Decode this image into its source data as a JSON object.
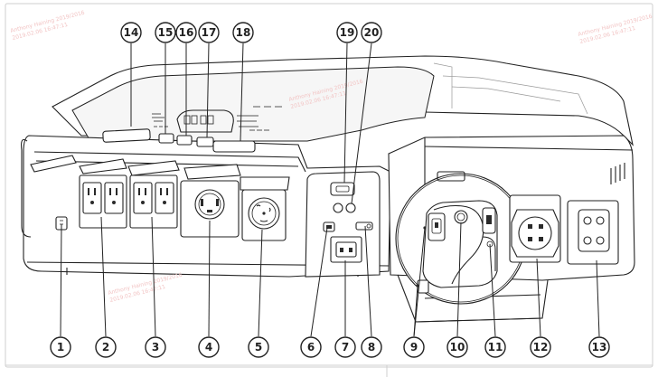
{
  "figure": {
    "callouts": [
      "1",
      "2",
      "3",
      "4",
      "5",
      "6",
      "7",
      "8",
      "9",
      "10",
      "11",
      "12",
      "13",
      "14",
      "15",
      "16",
      "17",
      "18",
      "19",
      "20"
    ],
    "watermark_lines": [
      "Anthony Haining 2019/2016",
      "2019.02.06 16:47:11"
    ],
    "colors": {
      "line": "#222222",
      "background": "#ffffff",
      "watermark": "#f2c4c4"
    }
  }
}
